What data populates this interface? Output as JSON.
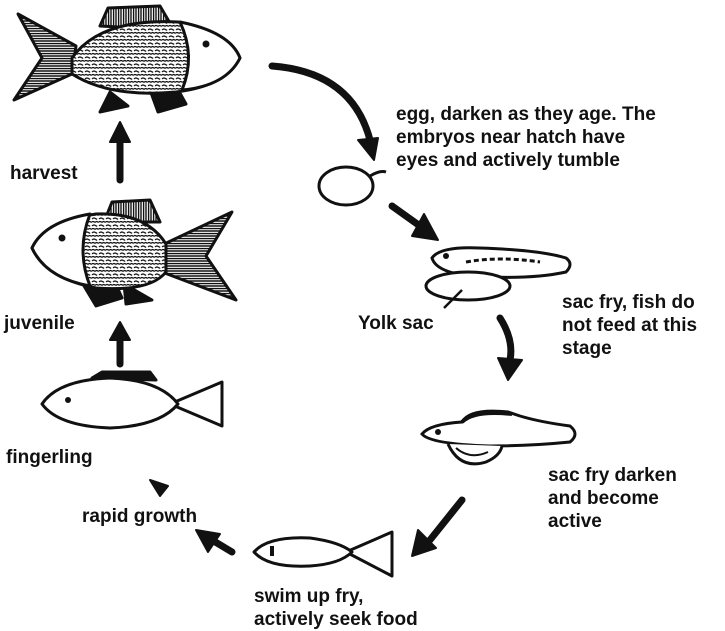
{
  "stages": {
    "egg": {
      "lines": [
        "egg, darken as they age. The",
        "embryos near hatch have",
        "eyes and actively tumble"
      ]
    },
    "sac_fry": {
      "lines": [
        "sac fry, fish do",
        "not feed at this",
        "stage"
      ]
    },
    "yolk_sac": {
      "label": "Yolk sac"
    },
    "sac_fry_dark": {
      "lines": [
        "sac fry darken",
        "and become",
        "active"
      ]
    },
    "swim_up": {
      "lines": [
        "swim up fry,",
        "actively seek food"
      ]
    },
    "rapid_growth": {
      "label": "rapid growth"
    },
    "fingerling": {
      "label": "fingerling"
    },
    "juvenile": {
      "label": "juvenile"
    },
    "harvest": {
      "label": "harvest"
    }
  },
  "colors": {
    "ink": "#111111",
    "background": "#ffffff"
  },
  "icons": [
    "adult-fish-icon",
    "egg-icon",
    "sac-fry-icon",
    "dark-sac-fry-icon",
    "swim-up-fry-icon",
    "fingerling-icon",
    "juvenile-fish-icon",
    "arrow-icon"
  ]
}
